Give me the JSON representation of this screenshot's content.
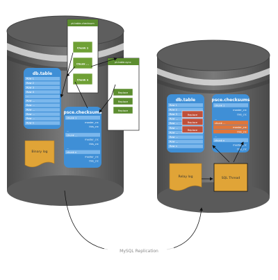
{
  "diagram": {
    "master": {
      "db_table": {
        "title": "db.table",
        "rows": [
          "Row 1",
          "Row 2",
          "Row 3",
          "Row 4",
          "...",
          "Row ...",
          "Row ...",
          "Row ...",
          "Row ...",
          "Row ...",
          "Row n"
        ]
      },
      "checksums": {
        "title": "psce.checksums",
        "lines": [
          "chunk 1",
          "master_crc",
          "this_crc",
          "...",
          "chunk ...",
          "master_crc",
          "this_crc",
          "...",
          "chunk n",
          "master_crc",
          "this_crc"
        ]
      },
      "binlog": "Binary log"
    },
    "tool_checksum": {
      "title": "pt-table-checksum",
      "chunks": [
        "Chunk 1",
        "Chunk ...",
        "Chunk n"
      ]
    },
    "tool_sync": {
      "title": "pt-table-sync",
      "actions": [
        "Replace",
        "Replace",
        "Replace"
      ]
    },
    "replica": {
      "db_table": {
        "title": "db.table",
        "rows": [
          "Row 1",
          "Row 2",
          "Row 3",
          "Row ...",
          "Row ...",
          "Row ...",
          "Row ...",
          "Row ...",
          "Row ...",
          "Row n"
        ],
        "replace_labels": [
          "Replace",
          "Replace",
          "Replace"
        ]
      },
      "checksums": {
        "title": "psce.checksums",
        "lines": [
          "chunk 1",
          "master_crc",
          "this_crc",
          "...",
          "chunk ...",
          "master_crc",
          "this_crc",
          "...",
          "chunk n",
          "master_crc",
          "this_crc"
        ]
      },
      "relay_log": "Relay log",
      "sql_thread": "SQL Thread"
    },
    "replication_label": "MySQL Replication",
    "colors": {
      "cylinder_body": "#6a6a6a",
      "cylinder_top": "#595959",
      "blue_panel": "#3f8fd6",
      "row_stripe": "#7bb7ec",
      "tool_green": "#5c8d2f",
      "chunk_green": "#6fa035",
      "replace_red": "#c0503a",
      "log_orange": "#e0a437"
    }
  }
}
